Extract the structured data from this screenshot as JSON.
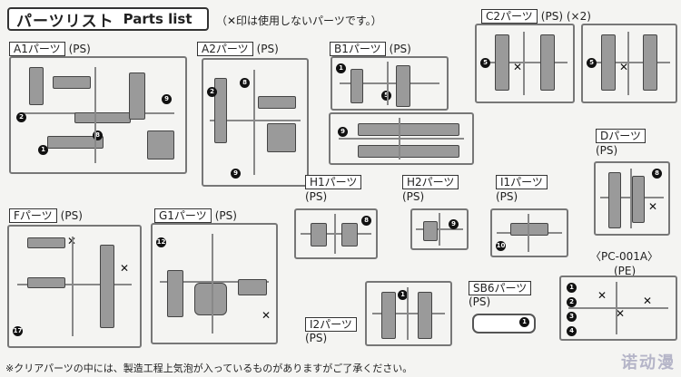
{
  "header": {
    "title_jp": "パーツリスト",
    "title_en": "Parts list",
    "note": "（✕印は使用しないパーツです。）"
  },
  "groups": [
    {
      "id": "a1",
      "label": "A1パーツ",
      "material": "(PS)"
    },
    {
      "id": "a2",
      "label": "A2パーツ",
      "material": "(PS)"
    },
    {
      "id": "b1",
      "label": "B1パーツ",
      "material": "(PS)"
    },
    {
      "id": "c2",
      "label": "C2パーツ",
      "material": "(PS)",
      "count": "(×2)"
    },
    {
      "id": "d",
      "label": "Dパーツ",
      "material": "(PS)"
    },
    {
      "id": "f",
      "label": "Fパーツ",
      "material": "(PS)"
    },
    {
      "id": "g1",
      "label": "G1パーツ",
      "material": "(PS)"
    },
    {
      "id": "h1",
      "label": "H1パーツ",
      "material": "(PS)"
    },
    {
      "id": "h2",
      "label": "H2パーツ",
      "material": "(PS)"
    },
    {
      "id": "i1",
      "label": "I1パーツ",
      "material": "(PS)"
    },
    {
      "id": "i2",
      "label": "I2パーツ",
      "material": "(PS)"
    },
    {
      "id": "sb6",
      "label": "SB6パーツ",
      "material": "(PS)"
    },
    {
      "id": "pc",
      "label": "〈PC-001A〉",
      "material": "(PE)"
    }
  ],
  "footer": {
    "note": "※クリアパーツの中には、製造工程上気泡が入っているものがありますがご了承ください。",
    "logo": "诺动漫"
  },
  "colors": {
    "runner": "#777777",
    "part": "#9a9a9a",
    "background": "#f4f4f2"
  }
}
